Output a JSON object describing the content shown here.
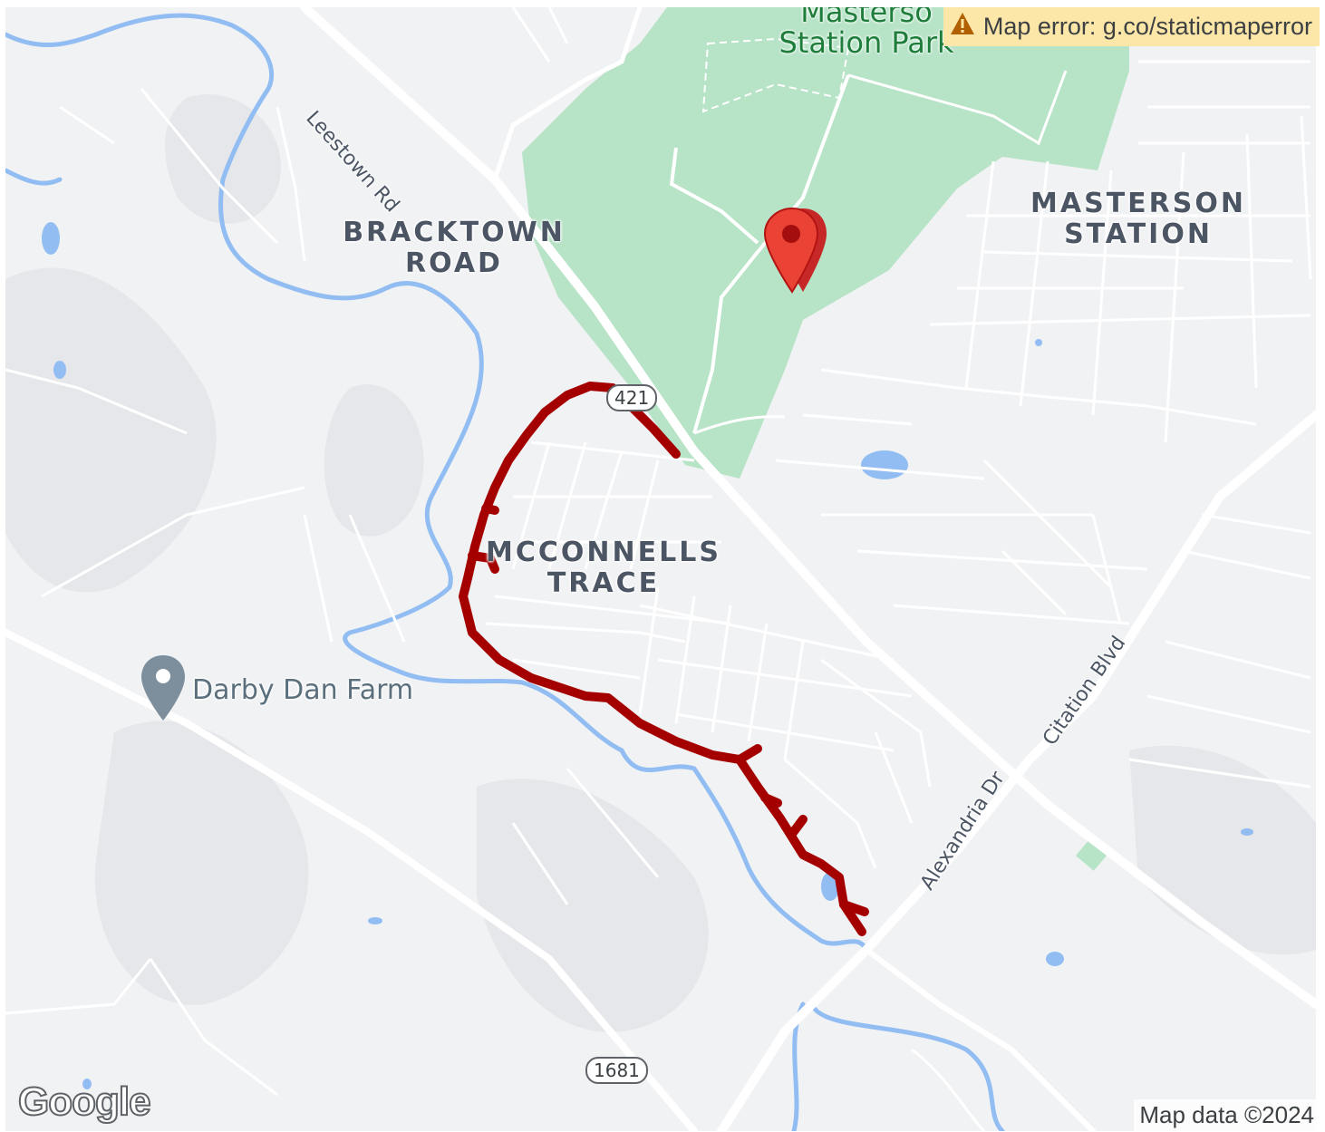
{
  "map": {
    "area_labels": {
      "bracktown": [
        "BRACKTOWN",
        "ROAD"
      ],
      "masterson": [
        "MASTERSON",
        "STATION"
      ],
      "mcconnells": [
        "MCCONNELLS",
        "TRACE"
      ]
    },
    "park_label": [
      "Masterso",
      "Station Park"
    ],
    "road_labels": {
      "leestown": "Leestown Rd",
      "citation": "Citation Blvd",
      "alexandria": "Alexandria Dr"
    },
    "shields": {
      "us421": "421",
      "ky1681": "1681"
    },
    "poi": {
      "name": "Darby Dan Farm",
      "icon": "map-pin-icon"
    },
    "marker": {
      "icon": "red-marker-icon",
      "color": "#ea4335"
    },
    "route": {
      "color": "#a50000"
    },
    "park_color": "#b7e3c7",
    "water_color": "#92bdf2"
  },
  "error": {
    "icon": "warning-icon",
    "text": "Map error: g.co/staticmaperror"
  },
  "attribution": "Map data ©2024",
  "logo": "Google"
}
